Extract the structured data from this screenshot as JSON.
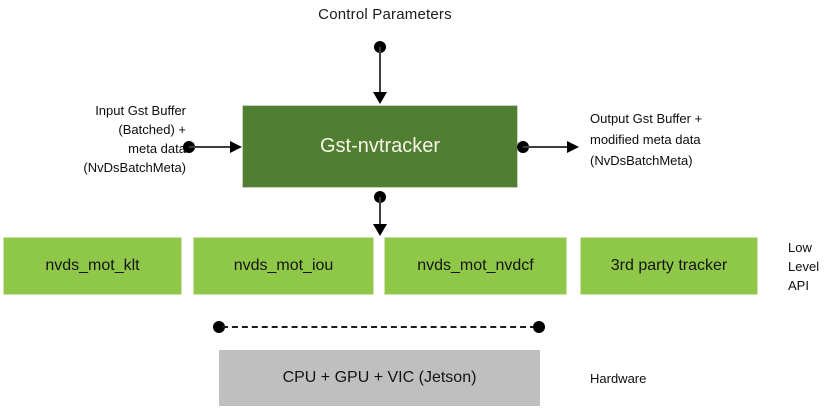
{
  "colors": {
    "plugin_green": "#507e33",
    "module_green": "#8fc849",
    "hardware_gray": "#bfbfbf",
    "connector_black": "#000000",
    "plugin_text": "#f7f5e6"
  },
  "diagram": {
    "control_parameters_label": "Control Parameters",
    "plugin_box_label": "Gst-nvtracker",
    "input_label_lines": [
      "Input Gst Buffer",
      "(Batched) +",
      "meta data",
      "(NvDsBatchMeta)"
    ],
    "output_label_lines": [
      "Output Gst Buffer +",
      "modified meta data",
      "(NvDsBatchMeta)"
    ],
    "low_level_trackers": [
      {
        "label": "nvds_mot_klt"
      },
      {
        "label": "nvds_mot_iou"
      },
      {
        "label": "nvds_mot_nvdcf"
      },
      {
        "label": "3rd party tracker"
      }
    ],
    "low_level_api_label_lines": [
      "Low",
      "Level",
      "API"
    ],
    "hardware_box_label": "CPU + GPU + VIC (Jetson)",
    "hardware_label": "Hardware"
  }
}
